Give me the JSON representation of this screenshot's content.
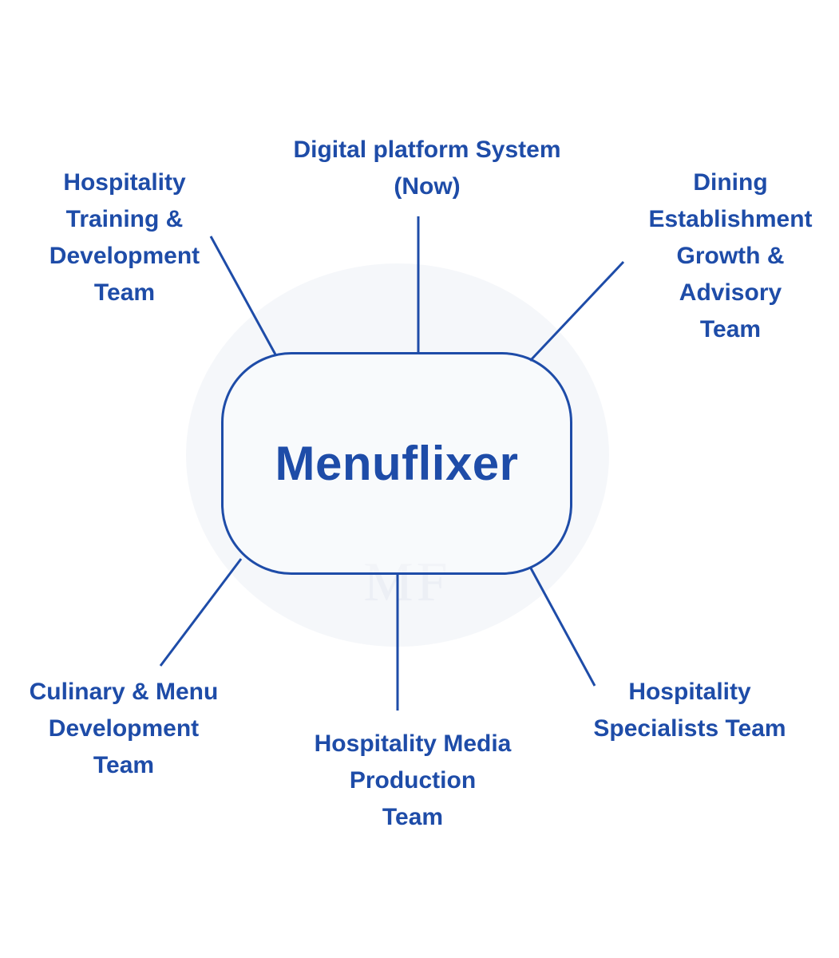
{
  "hub": {
    "title": "Menuflixer"
  },
  "watermark": {
    "letters": "MF"
  },
  "nodes": [
    {
      "id": "digital-platform",
      "lines": [
        "Digital platform System",
        "(Now)"
      ]
    },
    {
      "id": "training",
      "lines": [
        "Hospitality",
        "Training &",
        "Development",
        "Team"
      ]
    },
    {
      "id": "dining-advisory",
      "lines": [
        "Dining",
        "Establishment",
        "Growth &",
        "Advisory",
        "Team"
      ]
    },
    {
      "id": "culinary",
      "lines": [
        "Culinary & Menu",
        "Development",
        "Team"
      ]
    },
    {
      "id": "media",
      "lines": [
        "Hospitality Media",
        "Production",
        "Team"
      ]
    },
    {
      "id": "specialists",
      "lines": [
        "Hospitality",
        "Specialists Team"
      ]
    }
  ],
  "colors": {
    "accent": "#1e4ca8",
    "background": "#ffffff"
  }
}
